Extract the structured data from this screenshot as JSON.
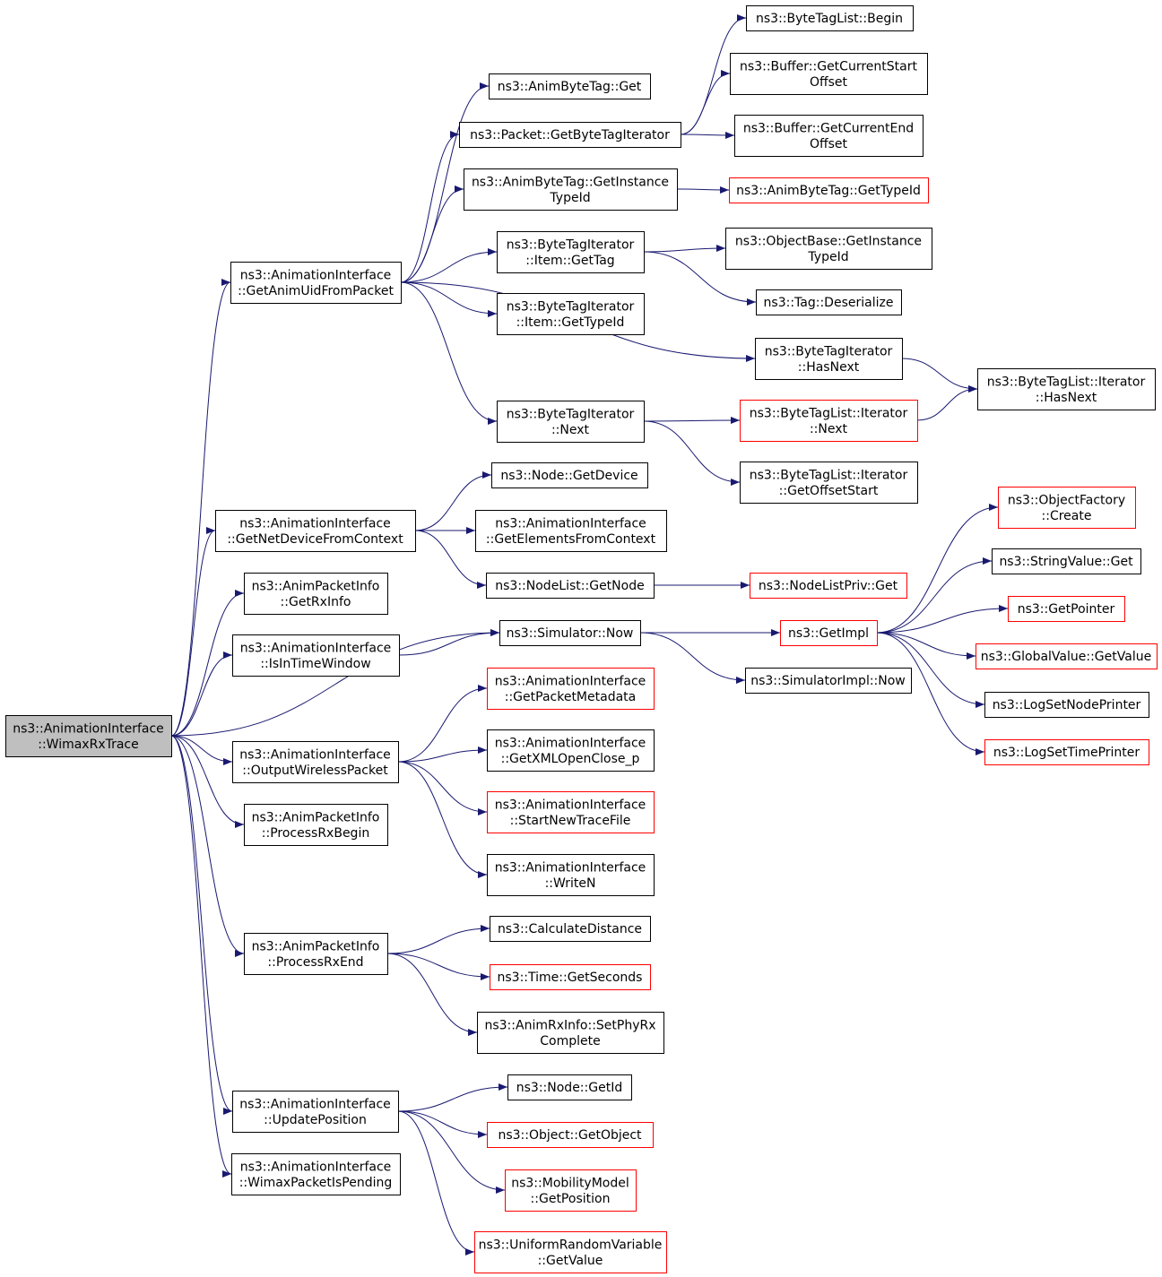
{
  "colors": {
    "edge": "#191970",
    "node_border": "#000000",
    "node_border_incomplete": "#ff0000",
    "root_fill": "#bfbfbf"
  },
  "nodes": [
    {
      "id": "root",
      "lines": [
        "ns3::AnimationInterface",
        "::WimaxRxTrace"
      ],
      "root": true
    },
    {
      "id": "getAnimUid",
      "lines": [
        "ns3::AnimationInterface",
        "::GetAnimUidFromPacket"
      ]
    },
    {
      "id": "getNetDev",
      "lines": [
        "ns3::AnimationInterface",
        "::GetNetDeviceFromContext"
      ]
    },
    {
      "id": "getRxInfo",
      "lines": [
        "ns3::AnimPacketInfo",
        "::GetRxInfo"
      ]
    },
    {
      "id": "isInTime",
      "lines": [
        "ns3::AnimationInterface",
        "::IsInTimeWindow"
      ]
    },
    {
      "id": "outputWireless",
      "lines": [
        "ns3::AnimationInterface",
        "::OutputWirelessPacket"
      ]
    },
    {
      "id": "procRxBegin",
      "lines": [
        "ns3::AnimPacketInfo",
        "::ProcessRxBegin"
      ]
    },
    {
      "id": "procRxEnd",
      "lines": [
        "ns3::AnimPacketInfo",
        "::ProcessRxEnd"
      ]
    },
    {
      "id": "updatePos",
      "lines": [
        "ns3::AnimationInterface",
        "::UpdatePosition"
      ]
    },
    {
      "id": "wimaxPending",
      "lines": [
        "ns3::AnimationInterface",
        "::WimaxPacketIsPending"
      ]
    },
    {
      "id": "animTagGet",
      "lines": [
        "ns3::AnimByteTag::Get"
      ]
    },
    {
      "id": "pktGetBTI",
      "lines": [
        "ns3::Packet::GetByteTagIterator"
      ]
    },
    {
      "id": "animTagGetInst",
      "lines": [
        "ns3::AnimByteTag::GetInstance",
        "TypeId"
      ]
    },
    {
      "id": "btiGetTag",
      "lines": [
        "ns3::ByteTagIterator",
        "::Item::GetTag"
      ]
    },
    {
      "id": "btiGetTypeId",
      "lines": [
        "ns3::ByteTagIterator",
        "::Item::GetTypeId"
      ]
    },
    {
      "id": "btiHasNext",
      "lines": [
        "ns3::ByteTagIterator",
        "::HasNext"
      ]
    },
    {
      "id": "btiNext",
      "lines": [
        "ns3::ByteTagIterator",
        "::Next"
      ]
    },
    {
      "id": "btlBegin",
      "lines": [
        "ns3::ByteTagList::Begin"
      ]
    },
    {
      "id": "bufCurStart",
      "lines": [
        "ns3::Buffer::GetCurrentStart",
        "Offset"
      ]
    },
    {
      "id": "bufCurEnd",
      "lines": [
        "ns3::Buffer::GetCurrentEnd",
        "Offset"
      ]
    },
    {
      "id": "animTagGetTypeId",
      "lines": [
        "ns3::AnimByteTag::GetTypeId"
      ],
      "red": true
    },
    {
      "id": "objBaseGetInst",
      "lines": [
        "ns3::ObjectBase::GetInstance",
        "TypeId"
      ]
    },
    {
      "id": "tagDeser",
      "lines": [
        "ns3::Tag::Deserialize"
      ]
    },
    {
      "id": "btliHasNext",
      "lines": [
        "ns3::ByteTagList::Iterator",
        "::HasNext"
      ]
    },
    {
      "id": "btliNext",
      "lines": [
        "ns3::ByteTagList::Iterator",
        "::Next"
      ],
      "red": true
    },
    {
      "id": "btliOffStart",
      "lines": [
        "ns3::ByteTagList::Iterator",
        "::GetOffsetStart"
      ]
    },
    {
      "id": "nodeGetDevice",
      "lines": [
        "ns3::Node::GetDevice"
      ]
    },
    {
      "id": "getElemCtx",
      "lines": [
        "ns3::AnimationInterface",
        "::GetElementsFromContext"
      ]
    },
    {
      "id": "nodeListGetNode",
      "lines": [
        "ns3::NodeList::GetNode"
      ]
    },
    {
      "id": "nodeListPrivGet",
      "lines": [
        "ns3::NodeListPriv::Get"
      ],
      "red": true
    },
    {
      "id": "simNow",
      "lines": [
        "ns3::Simulator::Now"
      ]
    },
    {
      "id": "getImpl",
      "lines": [
        "ns3::GetImpl"
      ],
      "red": true
    },
    {
      "id": "simImplNow",
      "lines": [
        "ns3::SimulatorImpl::Now"
      ]
    },
    {
      "id": "objFactCreate",
      "lines": [
        "ns3::ObjectFactory",
        "::Create"
      ],
      "red": true
    },
    {
      "id": "strValGet",
      "lines": [
        "ns3::StringValue::Get"
      ]
    },
    {
      "id": "getPointer",
      "lines": [
        "ns3::GetPointer"
      ],
      "red": true
    },
    {
      "id": "globValGet",
      "lines": [
        "ns3::GlobalValue::GetValue"
      ],
      "red": true
    },
    {
      "id": "logNodePrinter",
      "lines": [
        "ns3::LogSetNodePrinter"
      ]
    },
    {
      "id": "logTimePrinter",
      "lines": [
        "ns3::LogSetTimePrinter"
      ],
      "red": true
    },
    {
      "id": "getPktMeta",
      "lines": [
        "ns3::AnimationInterface",
        "::GetPacketMetadata"
      ],
      "red": true
    },
    {
      "id": "getXmlOpen",
      "lines": [
        "ns3::AnimationInterface",
        "::GetXMLOpenClose_p"
      ]
    },
    {
      "id": "startNewTrace",
      "lines": [
        "ns3::AnimationInterface",
        "::StartNewTraceFile"
      ],
      "red": true
    },
    {
      "id": "writeN",
      "lines": [
        "ns3::AnimationInterface",
        "::WriteN"
      ]
    },
    {
      "id": "calcDist",
      "lines": [
        "ns3::CalculateDistance"
      ]
    },
    {
      "id": "timeGetSec",
      "lines": [
        "ns3::Time::GetSeconds"
      ],
      "red": true
    },
    {
      "id": "setPhyRx",
      "lines": [
        "ns3::AnimRxInfo::SetPhyRx",
        "Complete"
      ]
    },
    {
      "id": "nodeGetId",
      "lines": [
        "ns3::Node::GetId"
      ]
    },
    {
      "id": "objGetObj",
      "lines": [
        "ns3::Object::GetObject"
      ],
      "red": true
    },
    {
      "id": "mobGetPos",
      "lines": [
        "ns3::MobilityModel",
        "::GetPosition"
      ],
      "red": true
    },
    {
      "id": "urvGetVal",
      "lines": [
        "ns3::UniformRandomVariable",
        "::GetValue"
      ],
      "red": true
    }
  ],
  "edges": [
    [
      "root",
      "getAnimUid"
    ],
    [
      "root",
      "getNetDev"
    ],
    [
      "root",
      "getRxInfo"
    ],
    [
      "root",
      "isInTime"
    ],
    [
      "root",
      "simNow"
    ],
    [
      "root",
      "outputWireless"
    ],
    [
      "root",
      "procRxBegin"
    ],
    [
      "root",
      "procRxEnd"
    ],
    [
      "root",
      "updatePos"
    ],
    [
      "root",
      "wimaxPending"
    ],
    [
      "getAnimUid",
      "animTagGet"
    ],
    [
      "getAnimUid",
      "pktGetBTI"
    ],
    [
      "getAnimUid",
      "animTagGetInst"
    ],
    [
      "getAnimUid",
      "btiGetTag"
    ],
    [
      "getAnimUid",
      "btiGetTypeId"
    ],
    [
      "getAnimUid",
      "btiHasNext"
    ],
    [
      "getAnimUid",
      "btiNext"
    ],
    [
      "pktGetBTI",
      "btlBegin"
    ],
    [
      "pktGetBTI",
      "bufCurStart"
    ],
    [
      "pktGetBTI",
      "bufCurEnd"
    ],
    [
      "animTagGetInst",
      "animTagGetTypeId"
    ],
    [
      "btiGetTag",
      "objBaseGetInst"
    ],
    [
      "btiGetTag",
      "tagDeser"
    ],
    [
      "btiHasNext",
      "btliHasNext"
    ],
    [
      "btiNext",
      "btliNext"
    ],
    [
      "btiNext",
      "btliOffStart"
    ],
    [
      "btliNext",
      "btliHasNext"
    ],
    [
      "getNetDev",
      "nodeGetDevice"
    ],
    [
      "getNetDev",
      "getElemCtx"
    ],
    [
      "getNetDev",
      "nodeListGetNode"
    ],
    [
      "nodeListGetNode",
      "nodeListPrivGet"
    ],
    [
      "isInTime",
      "simNow"
    ],
    [
      "simNow",
      "getImpl"
    ],
    [
      "simNow",
      "simImplNow"
    ],
    [
      "getImpl",
      "objFactCreate"
    ],
    [
      "getImpl",
      "strValGet"
    ],
    [
      "getImpl",
      "getPointer"
    ],
    [
      "getImpl",
      "globValGet"
    ],
    [
      "getImpl",
      "logNodePrinter"
    ],
    [
      "getImpl",
      "logTimePrinter"
    ],
    [
      "outputWireless",
      "getPktMeta"
    ],
    [
      "outputWireless",
      "getXmlOpen"
    ],
    [
      "outputWireless",
      "startNewTrace"
    ],
    [
      "outputWireless",
      "writeN"
    ],
    [
      "procRxEnd",
      "calcDist"
    ],
    [
      "procRxEnd",
      "timeGetSec"
    ],
    [
      "procRxEnd",
      "setPhyRx"
    ],
    [
      "updatePos",
      "nodeGetId"
    ],
    [
      "updatePos",
      "objGetObj"
    ],
    [
      "updatePos",
      "mobGetPos"
    ],
    [
      "updatePos",
      "urvGetVal"
    ]
  ]
}
